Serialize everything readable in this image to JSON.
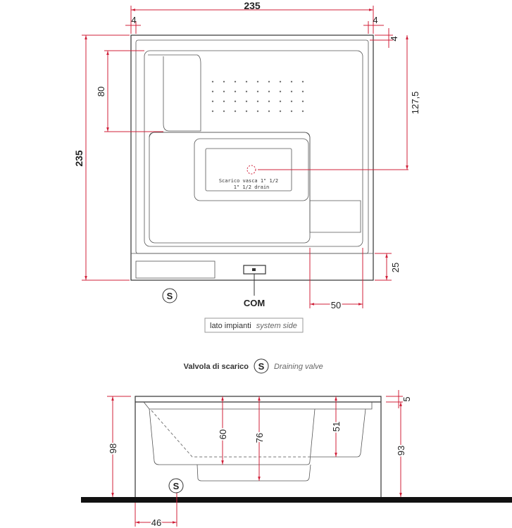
{
  "top_view": {
    "dimensions": {
      "width": "235",
      "rim_left": "4",
      "rim_right": "4",
      "rim_top": "4",
      "drain_offset": "127,5",
      "seat_depth": "80",
      "depth": "235",
      "panel_height": "25",
      "step_width": "50"
    },
    "drain_label_it": "Scarico vasca 1\" 1/2",
    "drain_label_en": "1\" 1/2  drain",
    "com_label": "COM",
    "valve_symbol": "S",
    "system_side_it": "lato impianti",
    "system_side_en": "system side"
  },
  "legend": {
    "valve_it": "Valvola di scarico",
    "valve_symbol": "S",
    "valve_en": "Draining valve"
  },
  "side_view": {
    "dimensions": {
      "total_height": "98",
      "seat_depth": "60",
      "basin_depth": "76",
      "step_depth": "51",
      "rim": "5",
      "height_to_rim": "93",
      "valve_offset": "46"
    },
    "valve_symbol": "S"
  },
  "colors": {
    "dimension": "#d0213a",
    "outline": "#333333"
  }
}
